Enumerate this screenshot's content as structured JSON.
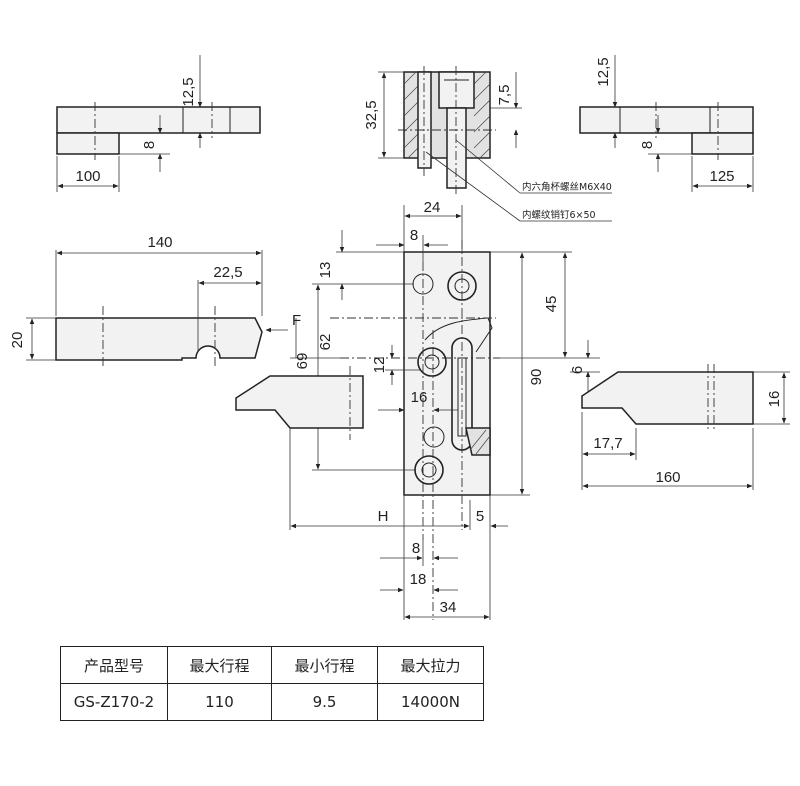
{
  "dimensions": {
    "top_left_height": "12,5",
    "top_left_step": "8",
    "top_left_length": "100",
    "top_center_height": "32,5",
    "top_center_depth": "7,5",
    "top_right_height": "12,5",
    "top_right_step": "8",
    "top_right_length": "125",
    "body_width": "24",
    "hole_offset": "8",
    "hole_top": "13",
    "body_height": "90",
    "upper_offset": "45",
    "guide_height": "62",
    "bottom_span": "69",
    "slot_pitch": "12",
    "slot_offset": "16",
    "right_gap": "6",
    "bottom_a": "8",
    "bottom_b": "18",
    "bottom_c": "34",
    "edge": "5",
    "stroke_label": "H",
    "left_length": "140",
    "left_notch": "22,5",
    "left_height": "20",
    "right_length": "160",
    "right_tip": "17,7",
    "right_height": "16",
    "force_label": "F"
  },
  "callouts": {
    "screw": "内六角杯螺丝M6X40",
    "pin": "内螺纹销钉6×50"
  },
  "table": {
    "headers": [
      "产品型号",
      "最大行程",
      "最小行程",
      "最大拉力"
    ],
    "row": [
      "GS-Z170-2",
      "110",
      "9.5",
      "14000N"
    ]
  }
}
